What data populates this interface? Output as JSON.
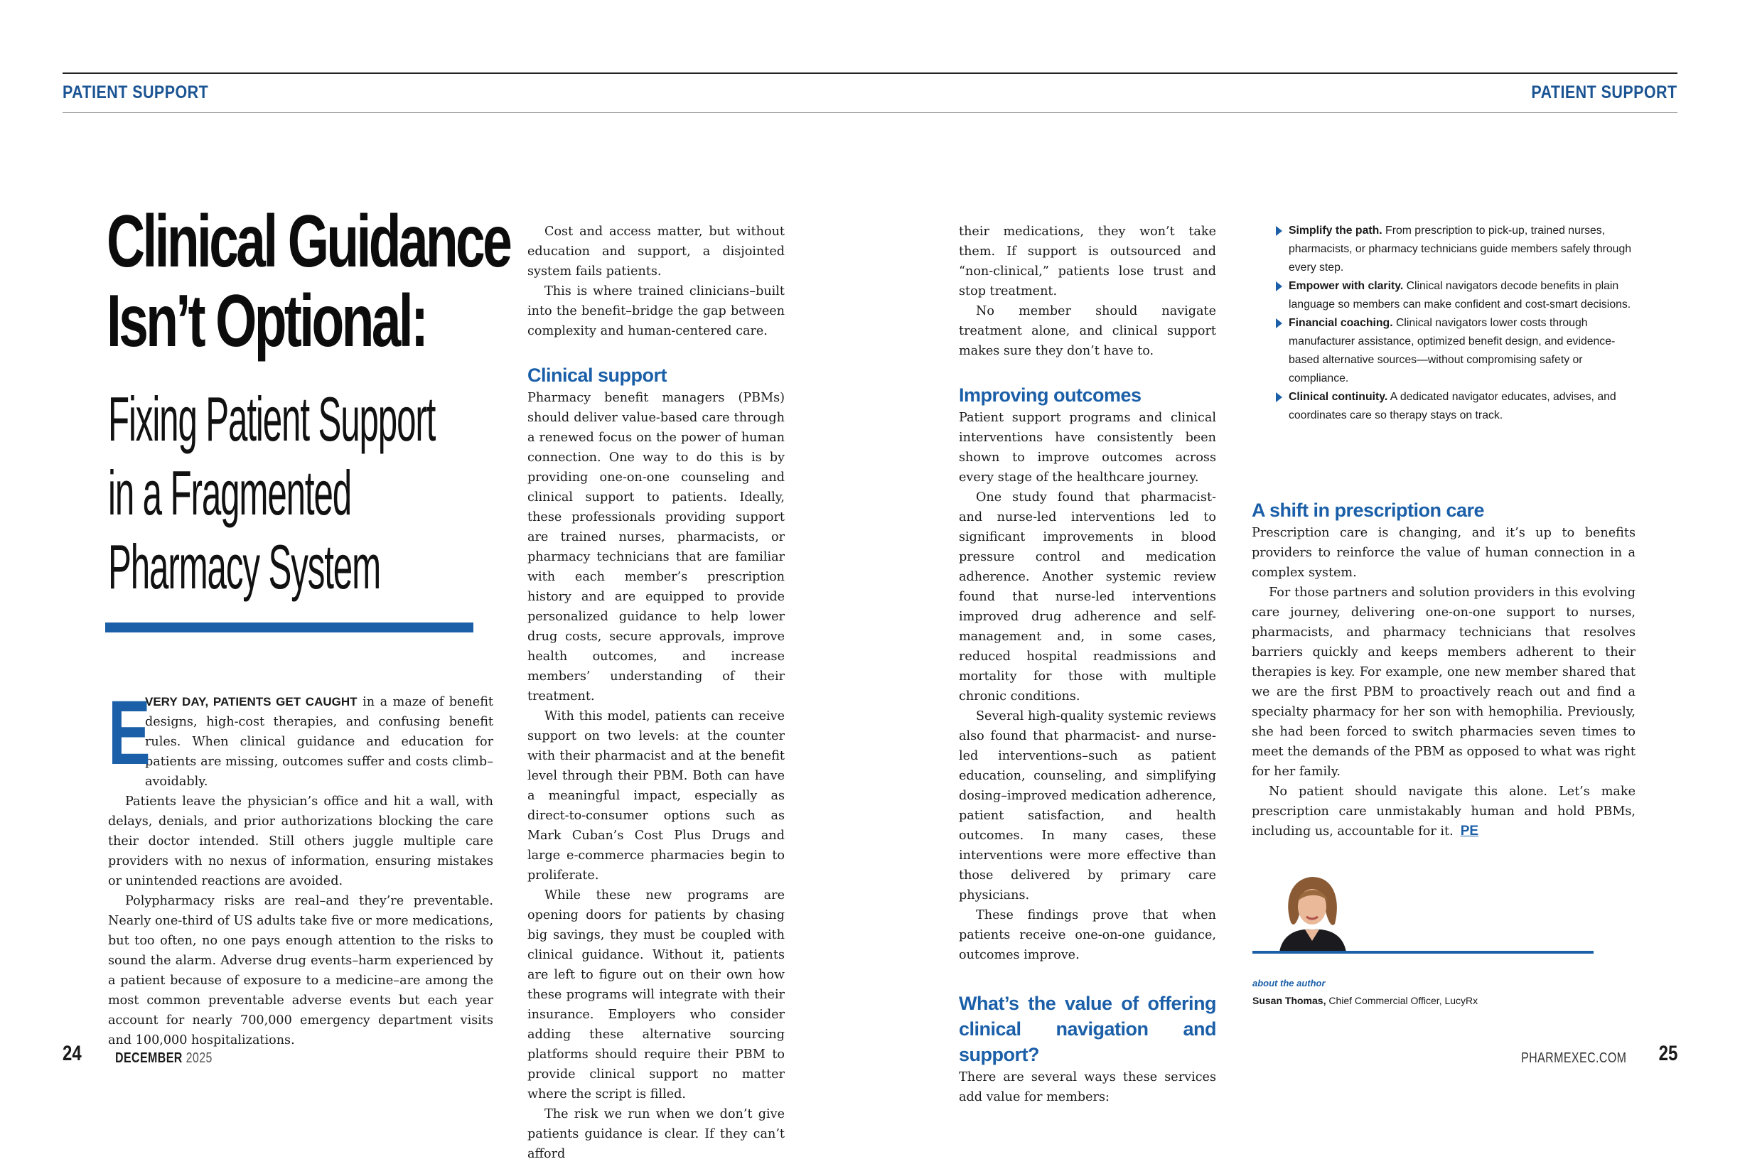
{
  "header": {
    "section_left": "PATIENT SUPPORT",
    "section_right": "PATIENT SUPPORT"
  },
  "headline": {
    "title_line1": "Clinical Guidance",
    "title_line2": "Isn’t Optional:",
    "subtitle_line1": "Fixing Patient Support",
    "subtitle_line2": "in a Fragmented",
    "subtitle_line3": "Pharmacy System"
  },
  "col1": {
    "dropcap": "E",
    "leadin": "VERY DAY, PATIENTS GET CAUGHT",
    "p1_rest": " in a maze of benefit designs, high-cost therapies, and confusing benefit rules. When clinical guidance and education for patients are missing, outcomes suffer and costs climb–avoidably.",
    "p2": "Patients leave the physician’s office and hit a wall, with delays, denials, and prior authorizations blocking the care their doctor intended. Still others juggle multiple care providers with no nexus of information, ensuring mistakes or unintended reactions are avoided.",
    "p3": "Polypharmacy risks are real–and they’re preventable. Nearly one-third of US adults take five or more medications, but too often, no one pays enough attention to the risks to sound the alarm. Adverse drug events–harm experienced by a patient because of exposure to a medicine–are among the most common preventable adverse events but each year account for nearly 700,000 emergency department visits and 100,000 hospitalizations."
  },
  "col2": {
    "p1": "Cost and access matter, but without education and support, a disjointed system fails patients.",
    "p2": "This is where trained clinicians–built into the benefit–bridge the gap between complexity and human-centered care.",
    "h_clinical": "Clinical support",
    "p3": "Pharmacy benefit managers (PBMs) should deliver value-based care through a renewed focus on the power of human connection. One way to do this is by providing one-on-one counseling and clinical support to patients. Ideally, these professionals providing support are trained nurses, pharmacists, or pharmacy technicians that are familiar with each member’s prescription history and are equipped to provide personalized guidance to help lower drug costs, secure approvals, improve health outcomes, and increase members’ understanding of their treatment.",
    "p4": "With this model, patients can receive support on two levels: at the counter with their pharmacist and at the benefit level through their PBM. Both can have a meaningful impact, especially as direct-to-consumer options such as Mark Cuban’s Cost Plus Drugs and large e-commerce pharmacies begin to proliferate.",
    "p5": "While these new programs are opening doors for patients by chasing big savings, they must be coupled with clinical guidance. Without it, patients are left to figure out on their own how these programs will integrate with their insurance. Employers who consider adding these alternative sourcing platforms should require their PBM to provide clinical support no matter where the script is filled.",
    "p6": "The risk we run when we don’t give patients guidance is clear. If they can’t afford"
  },
  "col3": {
    "p1": "their medications, they won’t take them. If support is outsourced and “non-clinical,” patients lose trust and stop treatment.",
    "p2": "No member should navigate treatment alone, and clinical support makes sure they don’t have to.",
    "h_outcomes": "Improving outcomes",
    "p3": "Patient support programs and clinical interventions have consistently been shown to improve outcomes across every stage of the healthcare journey.",
    "p4": "One study found that pharmacist- and nurse-led interventions led to significant improvements in blood pressure control and medication adherence. Another systemic review found that nurse-led interventions improved drug adherence and self-management and, in some cases, reduced hospital readmissions and mortality for those with multiple chronic conditions.",
    "p5": "Several high-quality systemic reviews also found that pharmacist- and nurse-led interventions–such as patient education, counseling, and simplifying dosing–improved medication adherence, patient satisfaction, and health outcomes. In many cases, these interventions were more effective than those delivered by primary care physicians.",
    "p6": "These findings prove that when patients receive one-on-one guidance, outcomes improve.",
    "h_value": "What’s the value of offering clinical navigation and support?",
    "p7": "There are several ways these services add value for members:"
  },
  "bullets": [
    {
      "bold": "Simplify the path.",
      "text": " From prescription to pick-up, trained nurses, pharmacists, or pharmacy technicians guide members safely through every step."
    },
    {
      "bold": "Empower with clarity.",
      "text": " Clinical navigators decode benefits in plain language so members can make confident and cost-smart decisions."
    },
    {
      "bold": "Financial coaching.",
      "text": " Clinical navigators lower costs through manufacturer assistance, optimized benefit design, and evidence-based alternative sources—without compromising safety or compliance."
    },
    {
      "bold": "Clinical continuity.",
      "text": " A dedicated navigator educates, advises, and coordinates care so therapy stays on track."
    }
  ],
  "col4": {
    "h_shift": "A shift in prescription care",
    "p1": "Prescription care is changing, and it’s up to benefits providers to reinforce the value of human connection in a complex system.",
    "p2": "For those partners and solution providers in this evolving care journey, delivering one-on-one support to nurses, pharmacists, and pharmacy technicians that resolves barriers quickly and keeps members adherent to their therapies is key. For example, one new member shared that we are the first PBM to proactively reach out and find a specialty pharmacy for her son with hemophilia. Previously, she had been forced to switch pharmacies seven times to meet the demands of the PBM as opposed to what was right for her family.",
    "p3": "No patient should navigate this alone. Let’s make prescription care unmistakably human and hold PBMs, including us, accountable for it.",
    "end_mark": "PE"
  },
  "author": {
    "about_label": "about the author",
    "name": "Susan Thomas,",
    "role": " Chief Commercial Officer, LucyRx"
  },
  "footer": {
    "page_left": "24",
    "month": "DECEMBER",
    "year": " 2025",
    "site": "PHARMEXEC.COM",
    "page_right": "25"
  },
  "colors": {
    "accent_blue": "#1b5fa8",
    "section_blue": "#1b5493",
    "text": "#1a1a1a"
  }
}
